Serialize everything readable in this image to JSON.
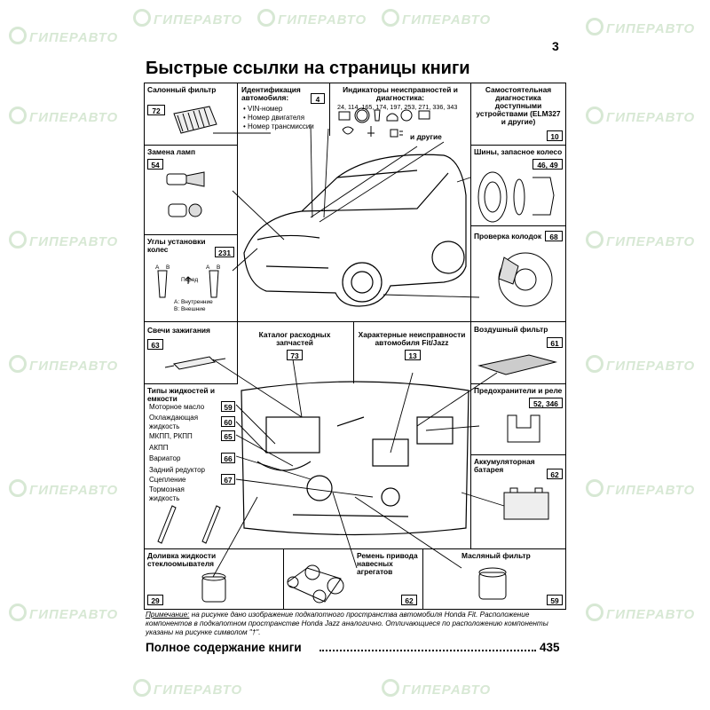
{
  "page": {
    "number": "3",
    "title": "Быстрые ссылки на страницы книги"
  },
  "watermark": {
    "text": "ГИПЕРАВТО"
  },
  "sections": {
    "salon_filter": {
      "label": "Салонный фильтр",
      "ref": "72"
    },
    "identification": {
      "label": "Идентификация автомобиля:",
      "ref": "4",
      "items": [
        "VIN-номер",
        "Номер двигателя",
        "Номер трансмиссии"
      ]
    },
    "indicators": {
      "label": "Индикаторы неисправностей и диагностика:",
      "pages": "24, 114, 165, 174, 197, 253, 271, 336, 343",
      "extra": "и другие"
    },
    "self_diag": {
      "label": "Самостоятельная диагностика доступными устройствами (ELM327 и другие)",
      "ref": "10"
    },
    "lamps": {
      "label": "Замена ламп",
      "ref": "54"
    },
    "tires": {
      "label": "Шины, запасное колесо",
      "ref": "46, 49"
    },
    "pads": {
      "label": "Проверка колодок",
      "ref": "68"
    },
    "wheel_angles": {
      "label": "Углы установки колес",
      "ref": "231",
      "front": "Перед",
      "legend_a": "А: Внутренние",
      "legend_b": "В: Внешние",
      "a": "А",
      "b": "В"
    },
    "spark_plugs": {
      "label": "Свечи зажигания",
      "ref": "63"
    },
    "catalog": {
      "label": "Каталог расходных запчастей",
      "ref": "73"
    },
    "faults": {
      "label": "Характерные неисправности автомобиля Fit/Jazz",
      "ref": "13"
    },
    "air_filter": {
      "label": "Воздушный фильтр",
      "ref": "61"
    },
    "fluids": {
      "label": "Типы жидкостей и емкости",
      "items": [
        {
          "label": "Моторное масло",
          "ref": "59"
        },
        {
          "label": "Охлаждающая жидкость",
          "ref": "60"
        },
        {
          "label": "МКПП, РКПП",
          "ref": "65"
        },
        {
          "label": "АКПП",
          "ref": ""
        },
        {
          "label": "Вариатор",
          "ref": "66"
        },
        {
          "label": "Задний редуктор",
          "ref": ""
        },
        {
          "label": "Сцепление",
          "ref": "67"
        },
        {
          "label": "Тормозная жидкость",
          "ref": ""
        }
      ]
    },
    "fuses": {
      "label": "Предохранители и реле",
      "ref": "52, 346"
    },
    "battery": {
      "label": "Аккумуляторная батарея",
      "ref": "62"
    },
    "washer": {
      "label": "Доливка жидкости стеклоомывателя",
      "ref": "29"
    },
    "belt": {
      "label": "Ремень привода навесных агрегатов",
      "ref": "62"
    },
    "oil_filter": {
      "label": "Масляный фильтр",
      "ref": "59"
    }
  },
  "note": {
    "prefix": "Примечание:",
    "text": " на рисунке дано изображение подкапотного пространства автомобиля Honda Fit. Расположение компонентов в подкапотном пространстве Honda Jazz аналогично. Отличающиеся по расположению компоненты указаны на рисунке символом \"†\"."
  },
  "toc": {
    "label": "Полное содержание книги",
    "page": "435"
  },
  "icons": [
    "check-engine-icon",
    "abs-icon",
    "seatbelt-icon",
    "oil-icon",
    "brake-icon",
    "battery-icon",
    "tpms-icon",
    "temp-icon",
    "light-icon"
  ]
}
